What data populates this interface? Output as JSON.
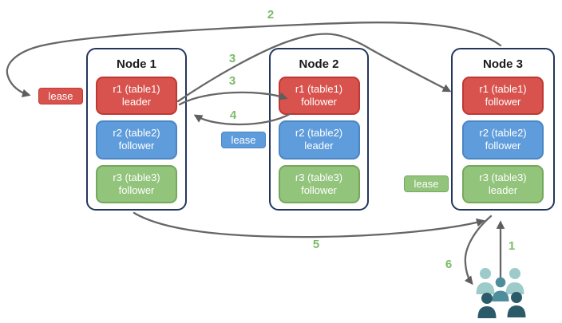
{
  "nodes": [
    {
      "title": "Node 1",
      "ranges": [
        {
          "range": "r1 (table1)",
          "role": "leader"
        },
        {
          "range": "r2 (table2)",
          "role": "follower"
        },
        {
          "range": "r3 (table3)",
          "role": "follower"
        }
      ]
    },
    {
      "title": "Node 2",
      "ranges": [
        {
          "range": "r1 (table1)",
          "role": "follower"
        },
        {
          "range": "r2 (table2)",
          "role": "leader"
        },
        {
          "range": "r3 (table3)",
          "role": "follower"
        }
      ]
    },
    {
      "title": "Node 3",
      "ranges": [
        {
          "range": "r1 (table1)",
          "role": "follower"
        },
        {
          "range": "r2 (table2)",
          "role": "follower"
        },
        {
          "range": "r3 (table3)",
          "role": "leader"
        }
      ]
    }
  ],
  "leases": {
    "red": "lease",
    "blue": "lease",
    "green": "lease"
  },
  "steps": {
    "s1": "1",
    "s2": "2",
    "s3a": "3",
    "s3b": "3",
    "s4": "4",
    "s5": "5",
    "s6": "6"
  },
  "colors": {
    "range_red": "#d8534e",
    "range_red_border": "#c13832",
    "range_blue": "#5f9cdb",
    "range_blue_border": "#4a86c4",
    "range_green": "#92c47c",
    "range_green_border": "#74a95c",
    "node_border": "#24365c",
    "arrow": "#666666",
    "step_label": "#7cbb67",
    "user_light": "#9ccbca",
    "user_medium": "#4d8d9c",
    "user_dark": "#2b5b69"
  }
}
